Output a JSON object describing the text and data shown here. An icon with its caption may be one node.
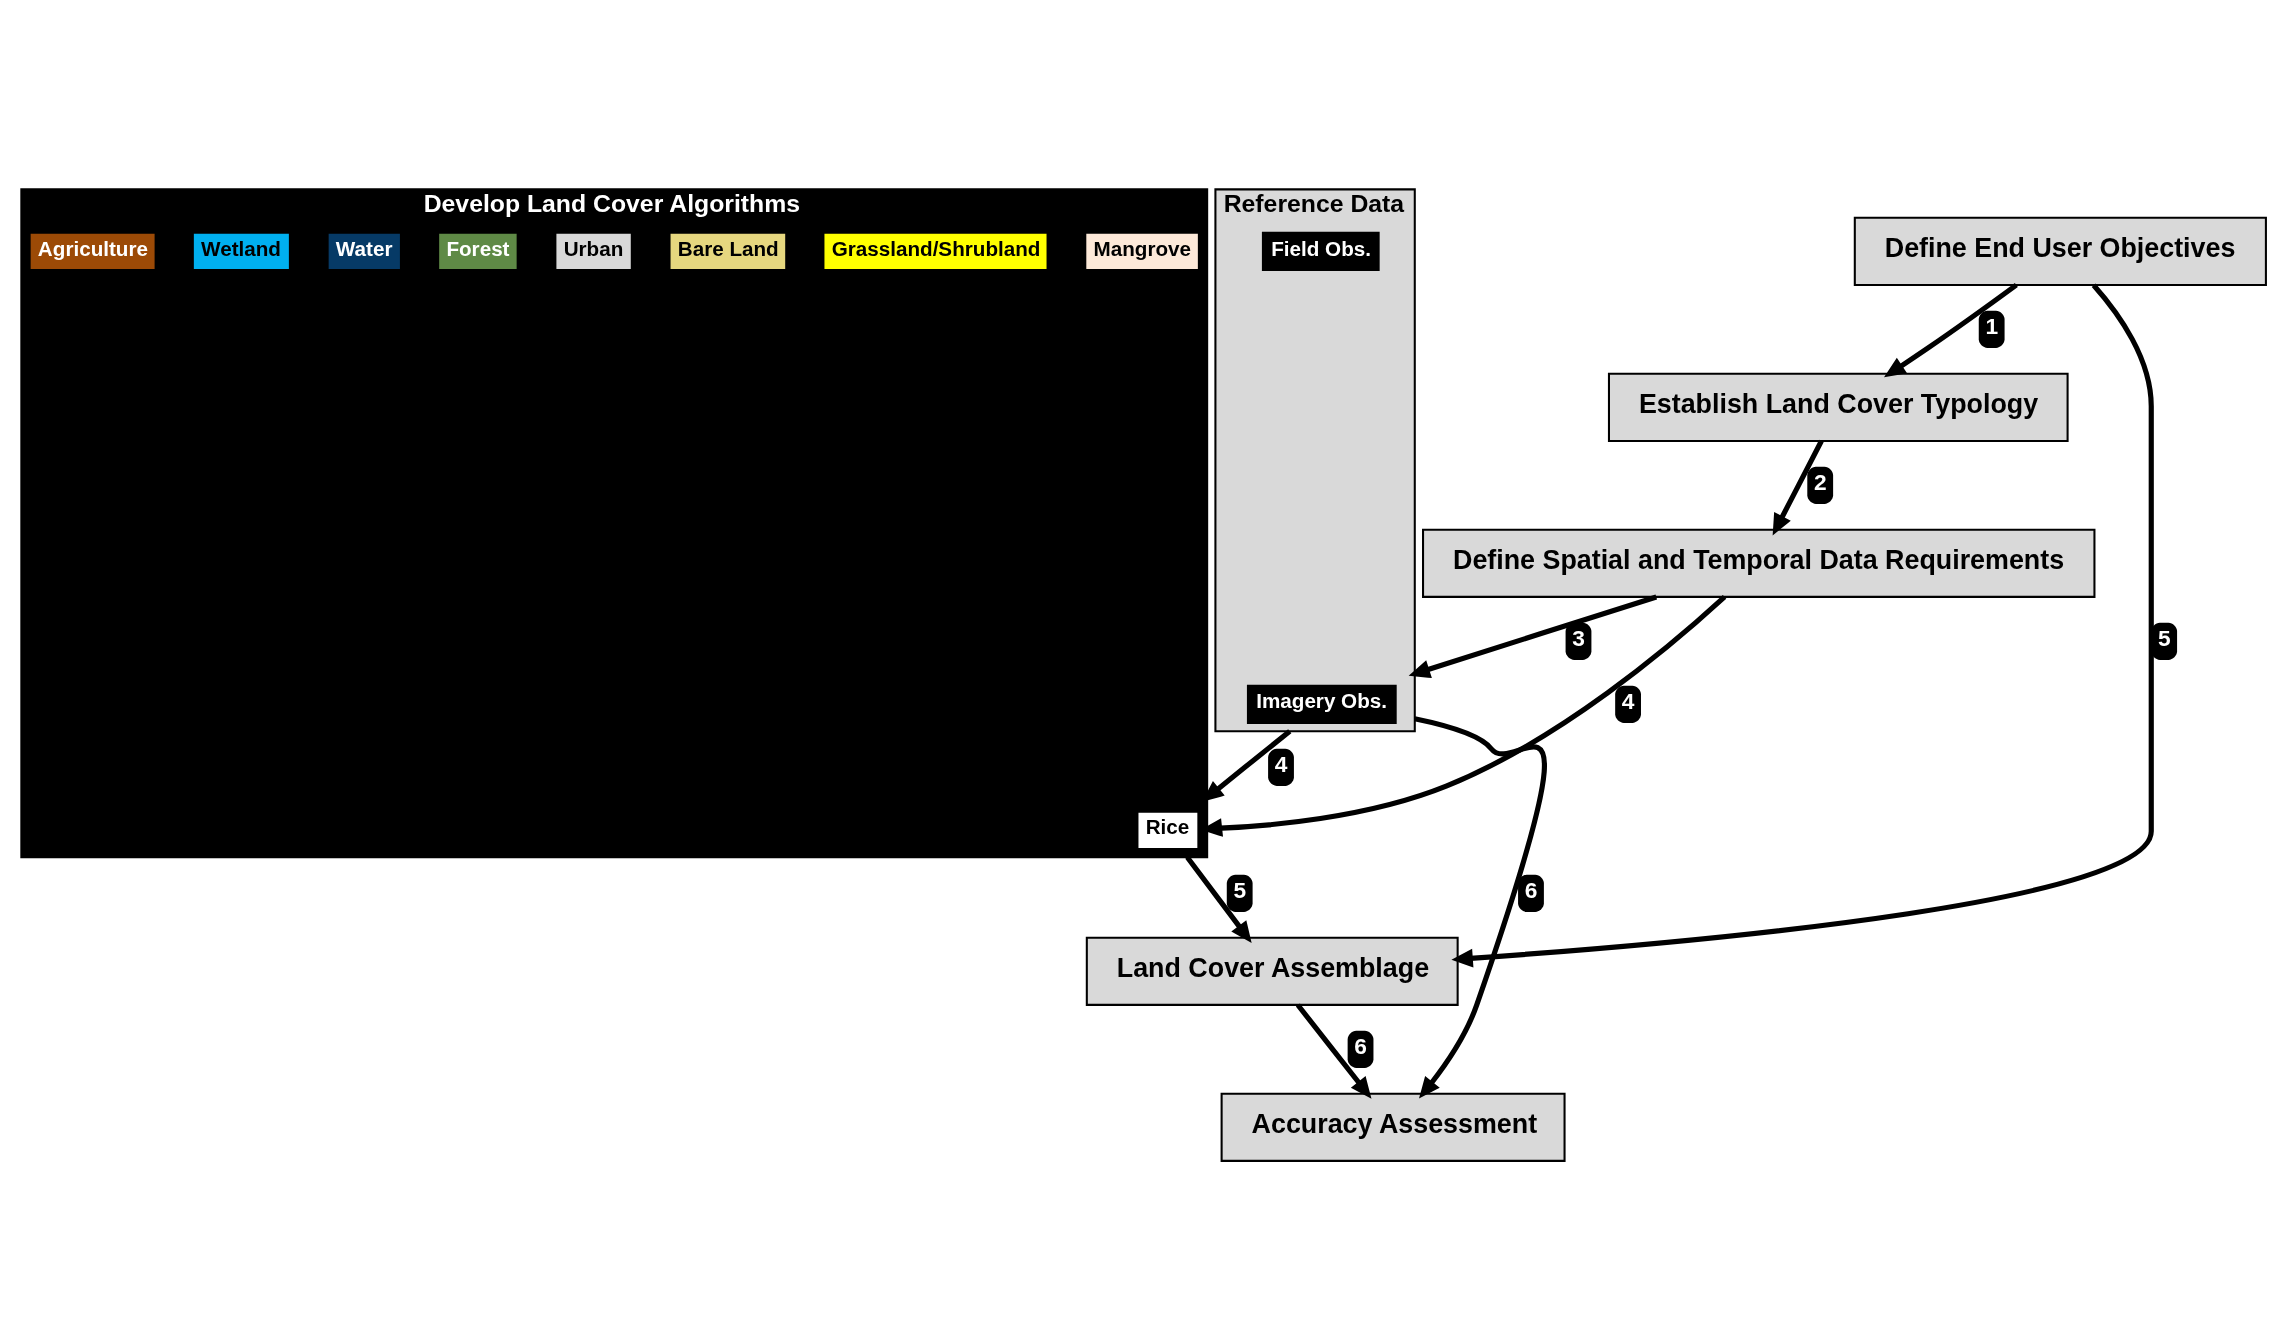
{
  "diagram": {
    "nodes": [
      {
        "text": [
          "Establish Land Cover Typology"
        ]
      },
      {
        "text": [
          "Develop Land Cover Algorithms"
        ]
      },
      {
        "text": [
          "Mangrove"
        ],
        "in": 1
      },
      {
        "text": [
          "Grassland/Shrubland"
        ],
        "in": 1
      },
      {
        "text": [
          "Bare Land"
        ],
        "in": 1
      },
      {
        "text": [
          "Urban"
        ],
        "in": 1
      },
      {
        "text": [
          "Forest"
        ],
        "in": 1
      },
      {
        "text": [
          "Water"
        ],
        "in": 1
      },
      {
        "text": [
          "Wetland"
        ],
        "in": 1
      },
      {
        "text": [
          "Agriculture"
        ],
        "in": 1
      },
      {
        "text": [
          "Rice"
        ],
        "in": 1
      },
      {
        "text": [
          "Define Spatial and Temporal Data Requirements"
        ]
      },
      {
        "text": [
          "Define End User Objectives"
        ]
      },
      {
        "text": [
          "Land Cover Assemblage"
        ]
      },
      {
        "text": [
          "Reference Data"
        ]
      },
      {
        "text": [
          "Field Obs."
        ],
        "in": 14
      },
      {
        "text": [
          "Imagery Obs."
        ],
        "in": 14
      },
      {
        "text": [
          "Accuracy Assessment"
        ]
      }
    ],
    "edges": [
      {
        "from": 12,
        "to": 0,
        "arrow": "to",
        "label": "1"
      },
      {
        "from": 0,
        "to": 11,
        "arrow": "to",
        "label": "2"
      },
      {
        "from": 11,
        "to": 14,
        "arrow": "to",
        "label": "3"
      },
      {
        "from": 11,
        "to": 1,
        "arrow": "to",
        "label": "4"
      },
      {
        "from": 14,
        "to": 1,
        "arrow": "to",
        "label": "4"
      },
      {
        "from": 1,
        "to": 13,
        "arrow": "to",
        "label": "5"
      },
      {
        "from": 12,
        "to": 13,
        "arrow": "to",
        "label": "5"
      },
      {
        "from": 13,
        "to": 17,
        "arrow": "to",
        "label": "6"
      },
      {
        "from": 14,
        "to": 17,
        "arrow": "to",
        "label": "6"
      }
    ]
  }
}
